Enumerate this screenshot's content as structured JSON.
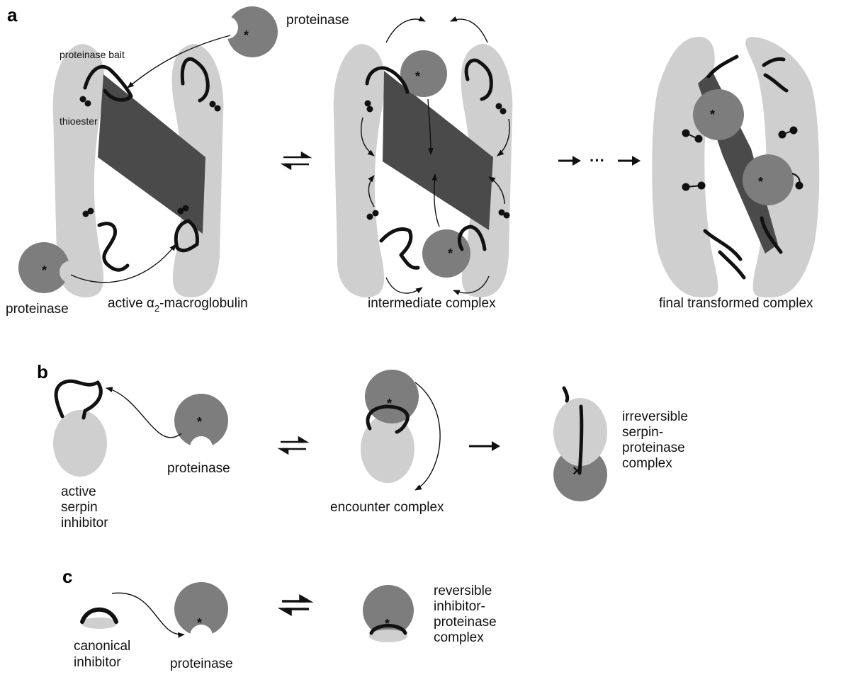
{
  "colors": {
    "light": "#cfcfcf",
    "mid": "#7d7d7d",
    "dark": "#4a4a4a",
    "ink": "#111111"
  },
  "panel_a": {
    "letter": "a",
    "proteinase_top": "proteinase",
    "proteinase_bottom": "proteinase",
    "bait_label": "proteinase bait",
    "thioester_label": "thioester",
    "active_prefix": "active ",
    "alpha": "α",
    "alpha_sub": "2",
    "active_suffix": "-macroglobulin",
    "intermediate": "intermediate complex",
    "final": "final transformed complex",
    "dots": "···",
    "star": "*"
  },
  "panel_b": {
    "letter": "b",
    "active_lines": [
      "active",
      "serpin",
      "inhibitor"
    ],
    "proteinase": "proteinase",
    "encounter": "encounter complex",
    "irreversible_lines": [
      "irreversible",
      "serpin-",
      "proteinase",
      "complex"
    ],
    "cross": "×",
    "star": "*"
  },
  "panel_c": {
    "letter": "c",
    "canonical_lines": [
      "canonical",
      "inhibitor"
    ],
    "proteinase": "proteinase",
    "reversible_lines": [
      "reversible",
      "inhibitor-",
      "proteinase",
      "complex"
    ],
    "star": "*"
  }
}
